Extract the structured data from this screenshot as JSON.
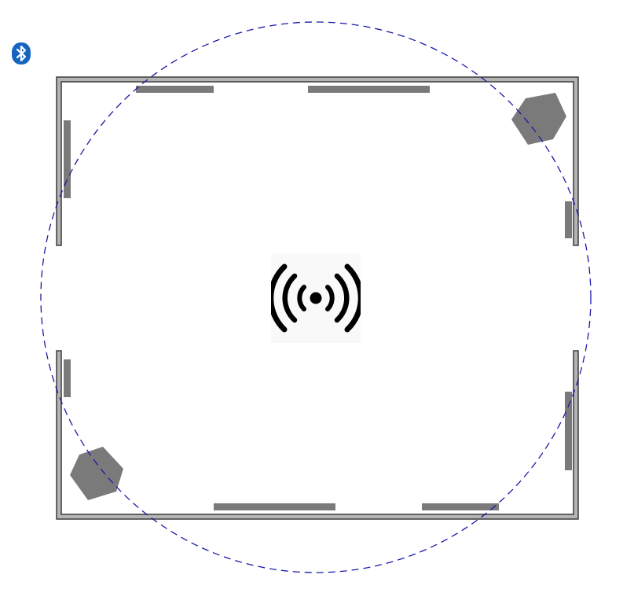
{
  "diagram": {
    "kind": "room-floor-plan-bluetooth-coverage",
    "colors": {
      "wall_fill": "#b4b4b4",
      "wall_stroke": "#3c3c3c",
      "furniture": "#7a7a7a",
      "coverage": "#1a1aa8",
      "bluetooth_badge": "#1565c0",
      "beacon": "#000000"
    },
    "icons": {
      "top_left": "bluetooth-icon",
      "center": "broadcast-signal-icon"
    },
    "coverage_style": "dashed",
    "furniture_items": [
      {
        "name": "top-shelf-left",
        "shape": "bar"
      },
      {
        "name": "top-shelf-right",
        "shape": "bar"
      },
      {
        "name": "left-wall-panel-upper",
        "shape": "bar"
      },
      {
        "name": "left-wall-panel-lower",
        "shape": "bar"
      },
      {
        "name": "right-wall-panel-upper",
        "shape": "bar"
      },
      {
        "name": "right-wall-panel-lower",
        "shape": "bar"
      },
      {
        "name": "bottom-shelf-left",
        "shape": "bar"
      },
      {
        "name": "bottom-shelf-right",
        "shape": "bar"
      },
      {
        "name": "hexagon-top-right",
        "shape": "hexagon"
      },
      {
        "name": "hexagon-bottom-left",
        "shape": "hexagon"
      }
    ]
  }
}
